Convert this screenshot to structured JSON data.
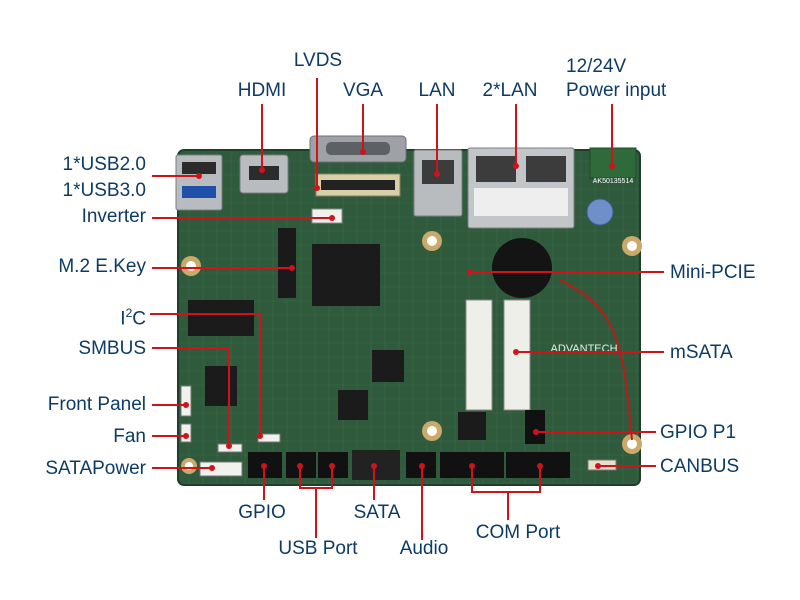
{
  "diagram": {
    "subject": "single board computer top view",
    "labels": {
      "lvds": "LVDS",
      "hdmi": "HDMI",
      "vga": "VGA",
      "lan": "LAN",
      "lan2": "2*LAN",
      "power1": "12/24V",
      "power2": "Power input",
      "usb2": "1*USB2.0",
      "usb3": "1*USB3.0",
      "inverter": "Inverter",
      "m2": "M.2 E.Key",
      "i2c_main": "I",
      "i2c_sup": "2",
      "i2c_end": "C",
      "smbus": "SMBUS",
      "frontpanel": "Front Panel",
      "fan": "Fan",
      "sataPower": "SATAPower",
      "gpio": "GPIO",
      "usbport": "USB Port",
      "sata": "SATA",
      "audio": "Audio",
      "comport": "COM Port",
      "minipcie": "Mini-PCIE",
      "msata": "mSATA",
      "gpiop1": "GPIO P1",
      "canbus": "CANBUS"
    },
    "board_markings": {
      "brand": "ADVANTECH",
      "serial": "AK50135514"
    },
    "colors": {
      "label_text": "#0d3b66",
      "leader_line": "#d0121b",
      "pcb": "#2f5a3c",
      "pcb_dark": "#1f3f2a",
      "metal": "#b9bcbf",
      "header": "#111111"
    }
  }
}
